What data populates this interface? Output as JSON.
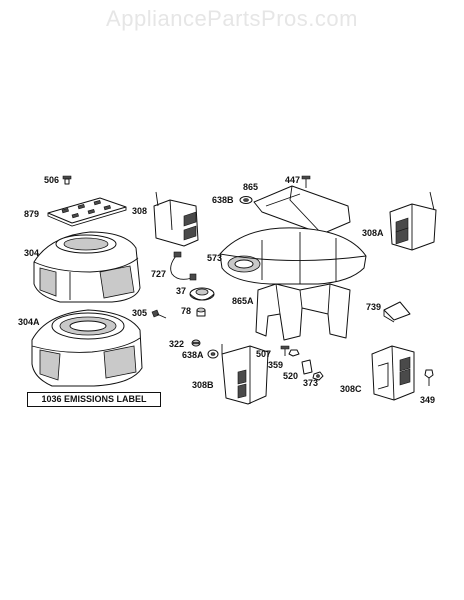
{
  "watermark": "AppliancePartsPros.com",
  "emissions_label": "1036 EMISSIONS LABEL",
  "parts": {
    "p506": "506",
    "p879": "879",
    "p304": "304",
    "p304A": "304A",
    "p308": "308",
    "p727": "727",
    "p37": "37",
    "p305": "305",
    "p78": "78",
    "p865": "865",
    "p447": "447",
    "p638B": "638B",
    "p573": "573",
    "p308A": "308A",
    "p865A": "865A",
    "p739": "739",
    "p322": "322",
    "p638A": "638A",
    "p308B": "308B",
    "p507": "507",
    "p359": "359",
    "p520": "520",
    "p373": "373",
    "p308C": "308C",
    "p349": "349"
  }
}
